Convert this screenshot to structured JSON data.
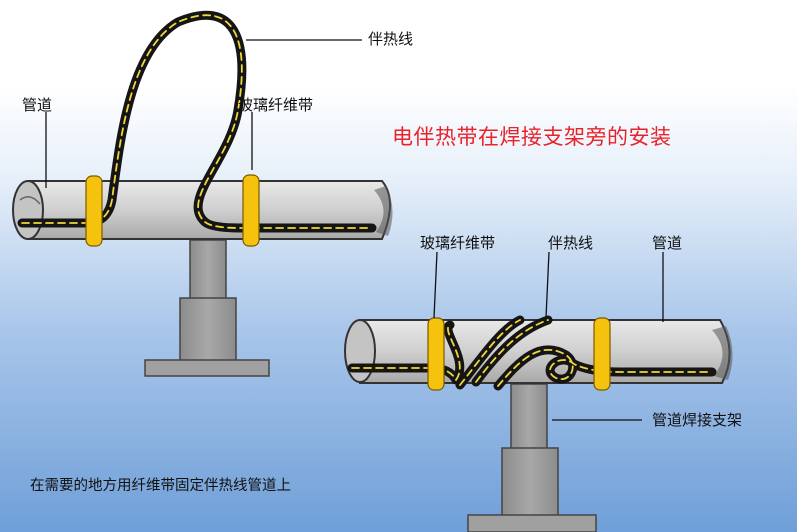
{
  "title": "电伴热带在焊接支架旁的安装",
  "caption": "在需要的地方用纤维带固定伴热线管道上",
  "labels": {
    "left_heating_cable": "伴热线",
    "left_pipe": "管道",
    "left_fiber_tape": "玻璃纤维带",
    "right_fiber_tape": "玻璃纤维带",
    "right_heating_cable": "伴热线",
    "right_pipe": "管道",
    "right_support": "管道焊接支架"
  },
  "colors": {
    "pipe": "#c9c9c9",
    "support": "#9a9a9a",
    "tape": "#f5c20e",
    "cable": "#151515",
    "cable_dash": "#f1d73a",
    "title": "#e8232b"
  }
}
